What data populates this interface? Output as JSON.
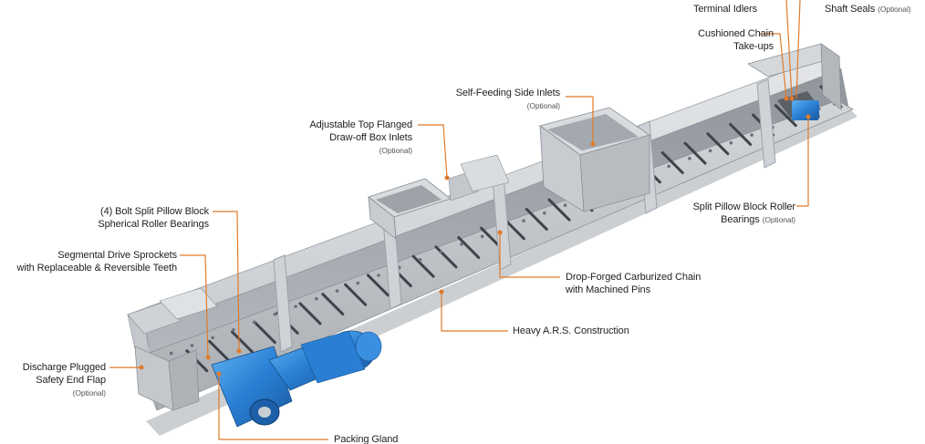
{
  "accent_color": "#e07b2a",
  "motor_color": "#2a7fd4",
  "labels": {
    "terminal_idlers": "Terminal Idlers",
    "shaft_seals": "Shaft Seals",
    "optional": "(Optional)",
    "cushioned_l1": "Cushioned Chain",
    "cushioned_l2": "Take-ups",
    "side_inlets": "Self-Feeding Side Inlets",
    "top_flanged_l1": "Adjustable Top Flanged",
    "top_flanged_l2": "Draw-off Box Inlets",
    "bolt_split_l1": "(4) Bolt Split Pillow Block",
    "bolt_split_l2": "Spherical Roller Bearings",
    "segmental_l1": "Segmental Drive Sprockets",
    "segmental_l2": "with Replaceable & Reversible Teeth",
    "split_roller_l1": "Split Pillow Block Roller",
    "split_roller_l2": "Bearings",
    "drop_forged_l1": "Drop-Forged Carburized Chain",
    "drop_forged_l2": "with Machined Pins",
    "heavy_ars": "Heavy A.R.S. Construction",
    "discharge_l1": "Discharge Plugged",
    "discharge_l2": "Safety End Flap",
    "packing_gland": "Packing Gland"
  }
}
